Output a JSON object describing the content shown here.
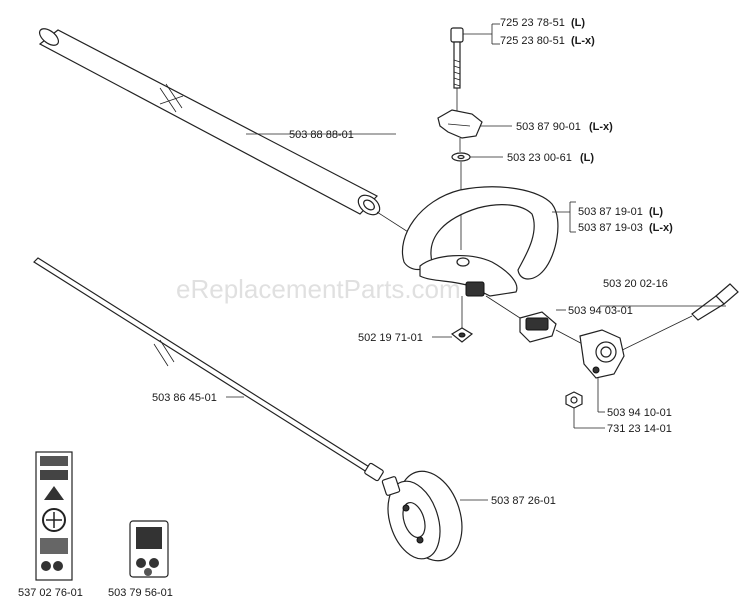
{
  "watermark": "eReplacementParts.com",
  "parts": {
    "bolt_a_num": "725 23 78-51",
    "bolt_a_suf": "(L)",
    "bolt_b_num": "725 23 80-51",
    "bolt_b_suf": "(L-x)",
    "knob_num": "503 87 90-01",
    "knob_suf": "(L-x)",
    "washer_num": "503 23 00-61",
    "washer_suf": "(L)",
    "shaft_tube": "503 88 88-01",
    "handle_a_num": "503 87 19-01",
    "handle_a_suf": "(L)",
    "handle_b_num": "503 87 19-03",
    "handle_b_suf": "(L-x)",
    "screw": "503 20 02-16",
    "clamp": "503 94 03-01",
    "pad": "502 19 71-01",
    "drive_shaft": "503 86 45-01",
    "bracket": "503 94 10-01",
    "nut": "731 23 14-01",
    "reel": "503 87 26-01",
    "decal_sheet": "537 02 76-01",
    "decal_small": "503 79 56-01"
  }
}
